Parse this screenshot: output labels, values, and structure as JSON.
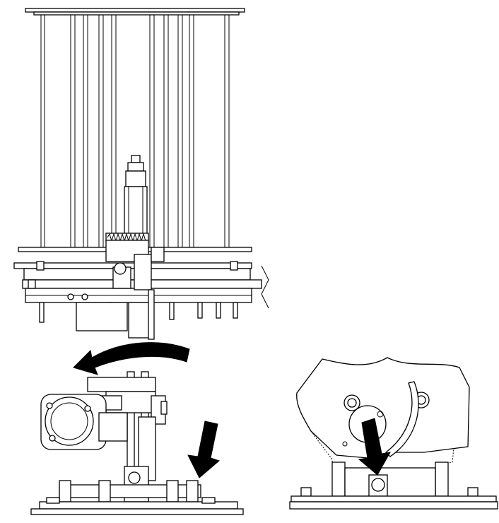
{
  "figure": {
    "left_view": "cassette-stack-with-rotation-arrow",
    "right_view": "base-bracket-detail",
    "arrows": [
      {
        "name": "rotate-arrow",
        "direction": "counter-clockwise"
      },
      {
        "name": "press-arrow-left",
        "direction": "down-left"
      },
      {
        "name": "press-arrow-right",
        "direction": "down-left"
      }
    ],
    "colors": {
      "line": "#000000",
      "background": "#ffffff"
    }
  }
}
